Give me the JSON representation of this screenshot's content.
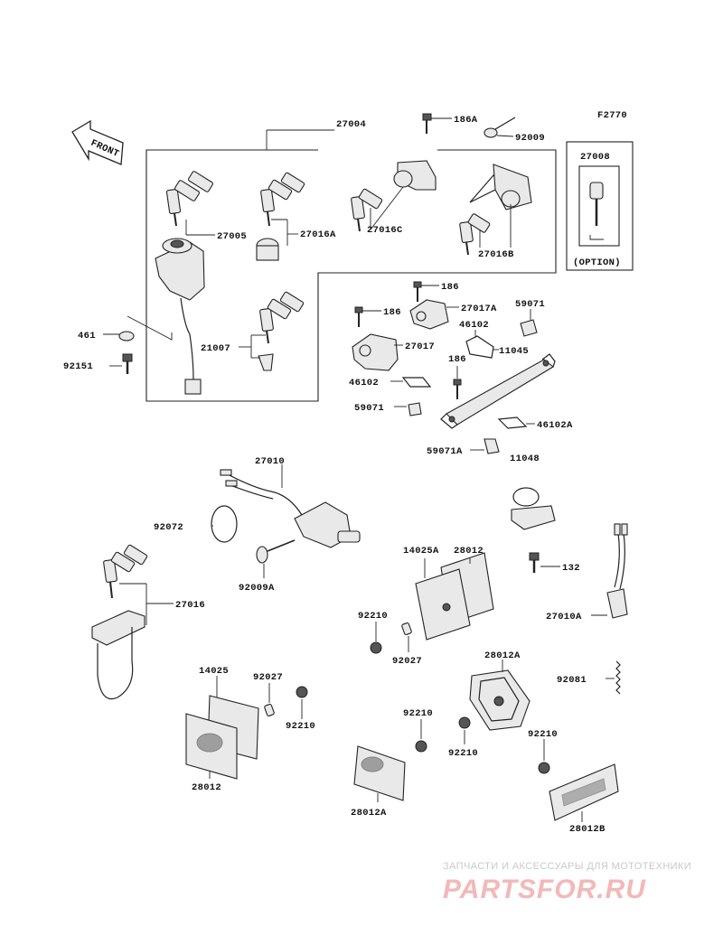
{
  "diagram_id": "F2770",
  "front_label": "FRONT",
  "option_label": "(OPTION)",
  "labels": {
    "l27004": "27004",
    "l186A": "186A",
    "l92009": "92009",
    "l27008": "27008",
    "l27005": "27005",
    "l27016A": "27016A",
    "l27016C": "27016C",
    "l27016B": "27016B",
    "l461": "461",
    "l92151": "92151",
    "l21007": "21007",
    "l186a": "186",
    "l27017A": "27017A",
    "l186b": "186",
    "l59071a": "59071",
    "l46102a": "46102",
    "l27017": "27017",
    "l11045": "11045",
    "l186c": "186",
    "l46102b": "46102",
    "l59071b": "59071",
    "l46102A": "46102A",
    "l59071A": "59071A",
    "l11048": "11048",
    "l27010": "27010",
    "l92072": "92072",
    "l92009A": "92009A",
    "l27016": "27016",
    "l14025A": "14025A",
    "l28012a": "28012",
    "l132": "132",
    "l27010A": "27010A",
    "l92210a": "92210",
    "l92027a": "92027",
    "l28012A1": "28012A",
    "l14025": "14025",
    "l92027b": "92027",
    "l92081": "92081",
    "l92210b": "92210",
    "l92210c": "92210",
    "l92210d": "92210",
    "l92210e": "92210",
    "l28012b": "28012",
    "l28012A2": "28012A",
    "l28012B": "28012B"
  },
  "watermark": {
    "caption": "ЗАПЧАСТИ И АКСЕССУАРЫ ДЛЯ МОТОТЕХНИКИ",
    "logo": "PARTSFOR.RU"
  },
  "colors": {
    "watermark_red": "#f3b8b8",
    "watermark_grey": "#c9c9c9",
    "ink": "#222222"
  }
}
